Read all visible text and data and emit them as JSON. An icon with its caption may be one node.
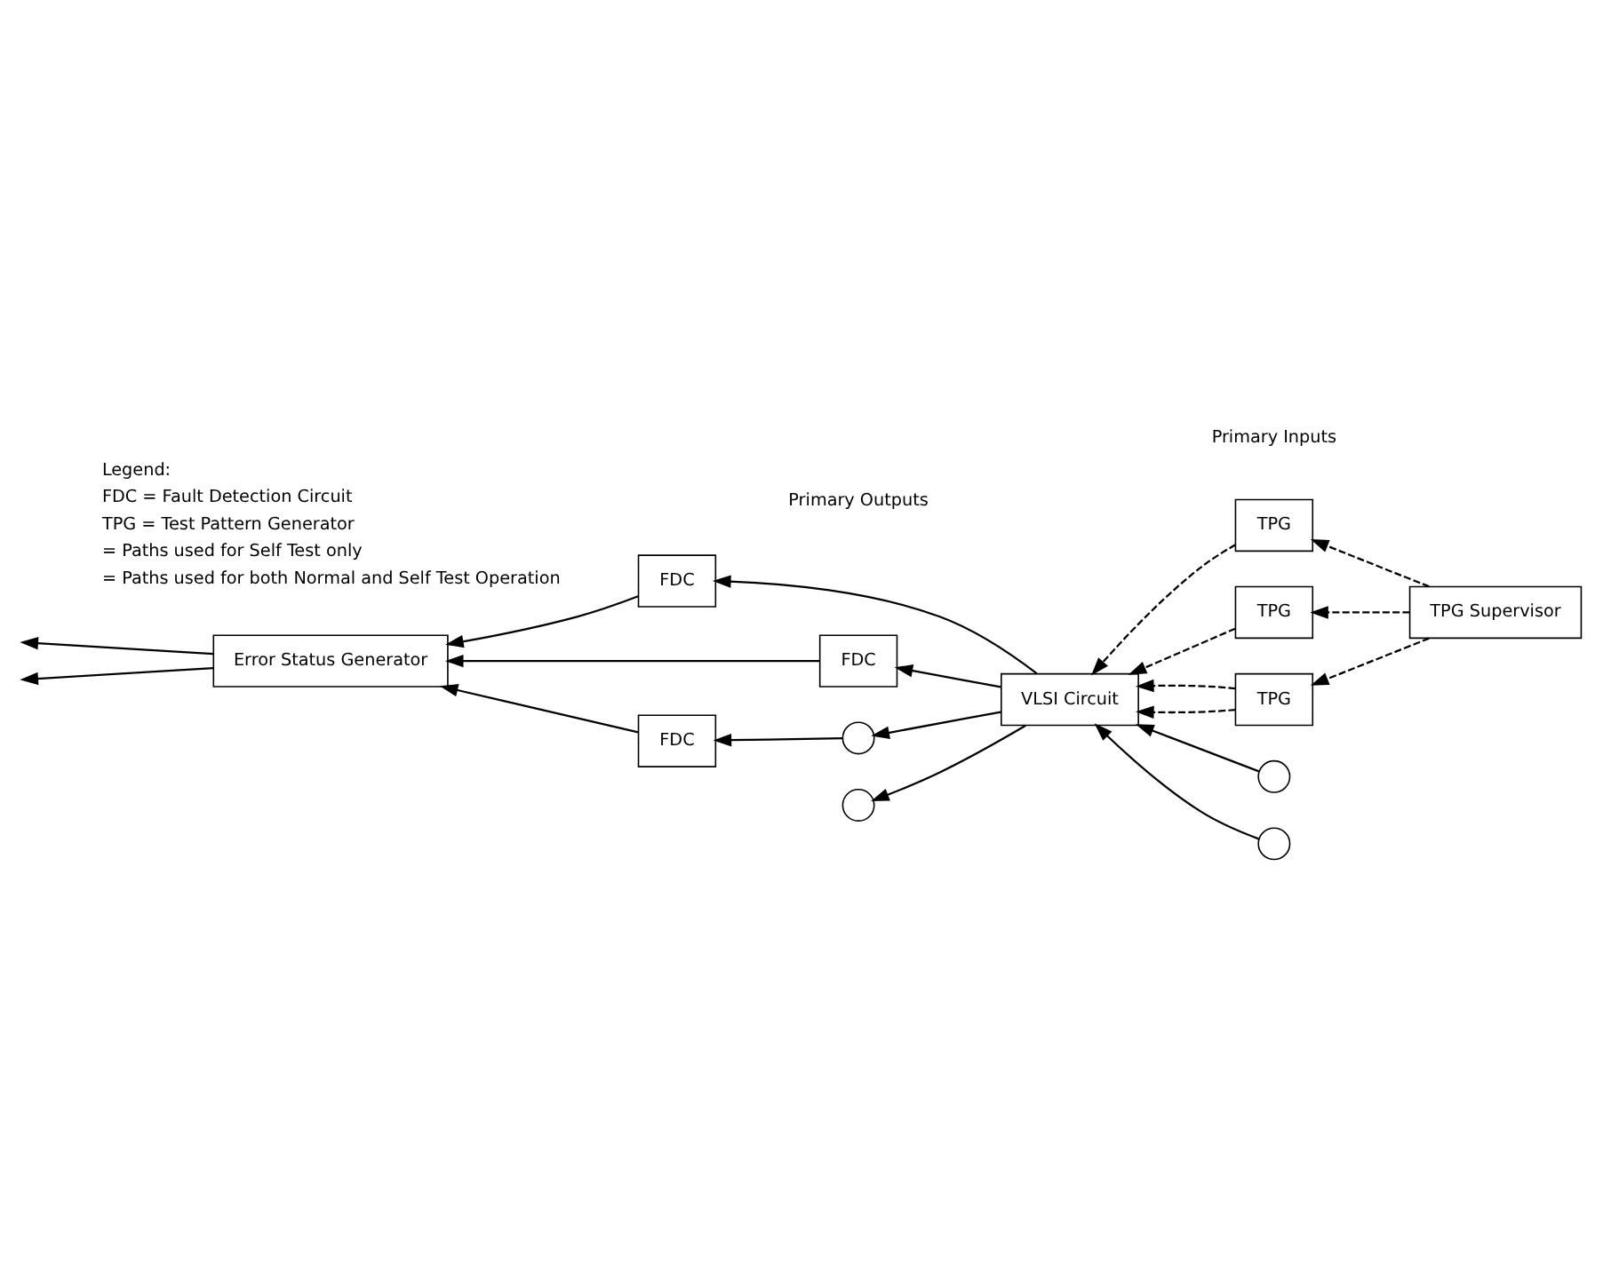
{
  "diagram": {
    "nodes": [
      {
        "text": [
          "Error Status Generator"
        ]
      },
      {
        "text": [
          "FDC"
        ]
      },
      {
        "text": [
          "FDC"
        ]
      },
      {
        "text": [
          "FDC"
        ]
      },
      {
        "text": [
          "VLSI Circuit"
        ]
      },
      {
        "text": [],
        "shape": "circle"
      },
      {
        "text": [],
        "shape": "circle"
      },
      {
        "text": [
          "TPG"
        ]
      },
      {
        "text": [
          "TPG"
        ]
      },
      {
        "text": [
          "TPG"
        ]
      },
      {
        "text": [],
        "shape": "circle"
      },
      {
        "text": [],
        "shape": "circle"
      },
      {
        "text": [
          "TPG Supervisor"
        ]
      }
    ],
    "edges": [
      {
        "from": 0,
        "to": null,
        "arrow": "to"
      },
      {
        "from": 0,
        "to": null,
        "arrow": "to"
      },
      {
        "from": 1,
        "to": 0,
        "arrow": "to"
      },
      {
        "from": 2,
        "to": 0,
        "arrow": "to"
      },
      {
        "from": 3,
        "to": 0,
        "arrow": "to"
      },
      {
        "from": 4,
        "to": 5,
        "arrow": "to"
      },
      {
        "from": 4,
        "to": 6,
        "arrow": "to"
      },
      {
        "from": 5,
        "to": 1,
        "arrow": "to"
      },
      {
        "from": 4,
        "to": 2,
        "arrow": "to"
      },
      {
        "from": 4,
        "to": 3,
        "arrow": "to"
      },
      {
        "from": 7,
        "to": 4,
        "arrow": "to",
        "style": "dashed"
      },
      {
        "from": 8,
        "to": 4,
        "arrow": "to",
        "style": "dashed"
      },
      {
        "from": 9,
        "to": 4,
        "arrow": "to",
        "style": "dashed"
      },
      {
        "from": 9,
        "to": 4,
        "arrow": "to",
        "style": "dashed"
      },
      {
        "from": 10,
        "to": 4,
        "arrow": "to"
      },
      {
        "from": 11,
        "to": 4,
        "arrow": "to"
      },
      {
        "from": 12,
        "to": 7,
        "arrow": "to",
        "style": "dashed"
      },
      {
        "from": 12,
        "to": 8,
        "arrow": "to",
        "style": "dashed"
      },
      {
        "from": 12,
        "to": 9,
        "arrow": "to",
        "style": "dashed"
      }
    ],
    "labels": [
      "Primary Outputs",
      "Legend:",
      "FDC = Fault Detection Circuit",
      "TPG = Test Pattern Generator",
      "Primary Inputs"
    ],
    "legend": [
      {
        "text": "= Paths used for Self Test only"
      },
      {
        "text": "= Paths used for both Normal and Self Test Operation"
      }
    ]
  }
}
